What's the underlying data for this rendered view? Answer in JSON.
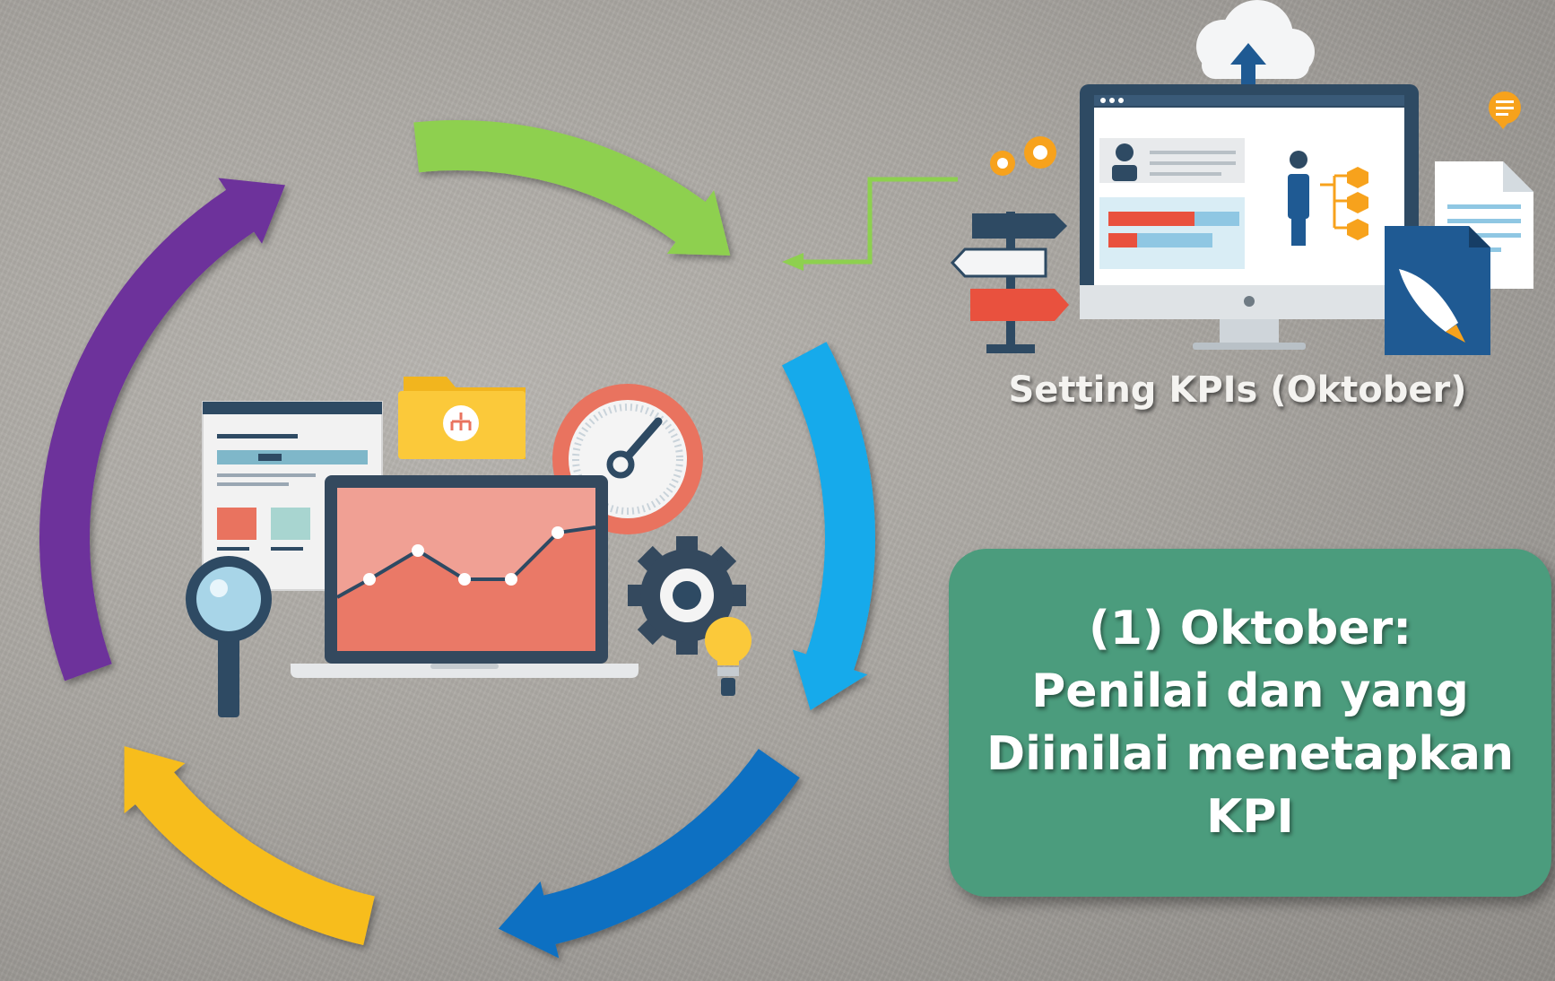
{
  "kpi_caption": "Setting KPIs (Oktober)",
  "note_lines": [
    "(1) Oktober:",
    "Penilai dan yang",
    "Diinilai menetapkan",
    "KPI"
  ],
  "cycle_colors": [
    "#8ed04f",
    "#12aaeb",
    "#0a6fc2",
    "#f7bd1c",
    "#6d319b"
  ],
  "connector_color": "#8ed04f",
  "note_box_color": "#4b9c7d",
  "icons": [
    "analytics-laptop-icon",
    "folder-icon",
    "gauge-icon",
    "gear-icon",
    "magnifier-icon",
    "lightbulb-icon",
    "kpi-monitor-icon",
    "cloud-upload-icon",
    "signpost-icon",
    "document-icon",
    "rocket-icon",
    "chat-bubble-icon"
  ]
}
